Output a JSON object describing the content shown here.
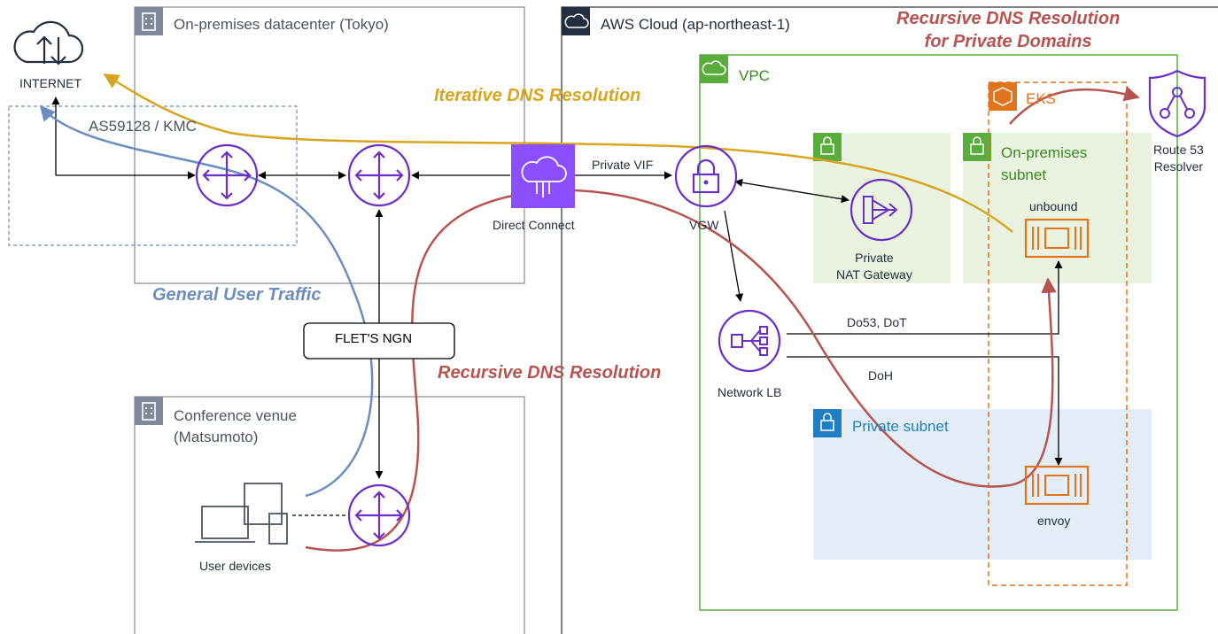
{
  "groups": {
    "onprem_dc": "On-premises datacenter (Tokyo)",
    "aws_cloud": "AWS Cloud (ap-northeast-1)",
    "vpc": "VPC",
    "eks": "EKS",
    "onprem_subnet": "On-premises\nsubnet",
    "private_subnet": "Private subnet",
    "conference": "Conference venue\n(Matsumoto)",
    "as": "AS59128 / KMC"
  },
  "nodes": {
    "internet": "INTERNET",
    "direct_connect": "Direct Connect",
    "vgw": "VGW",
    "nat": "Private\nNAT Gateway",
    "nlb": "Network LB",
    "unbound": "unbound",
    "envoy": "envoy",
    "route53": "Route 53\nResolver",
    "flets": "FLET'S NGN",
    "user_devices": "User devices"
  },
  "edges": {
    "private_vif": "Private VIF",
    "do53": "Do53, DoT",
    "doh": "DoH"
  },
  "flows": {
    "iterative": "Iterative DNS Resolution",
    "recursive": "Recursive DNS Resolution",
    "recursive_private": "Recursive DNS Resolution\nfor Private Domains",
    "general": "General User Traffic"
  },
  "colors": {
    "gold": "#d9a51f",
    "red": "#b85450",
    "blue": "#6c8ebf",
    "purple": "#6a2ec9",
    "green": "#5aad3c",
    "orange": "#e0731b",
    "lightgreen": "#e9f3e0",
    "lightblue": "#e3eef8",
    "navy": "#232f3e"
  }
}
